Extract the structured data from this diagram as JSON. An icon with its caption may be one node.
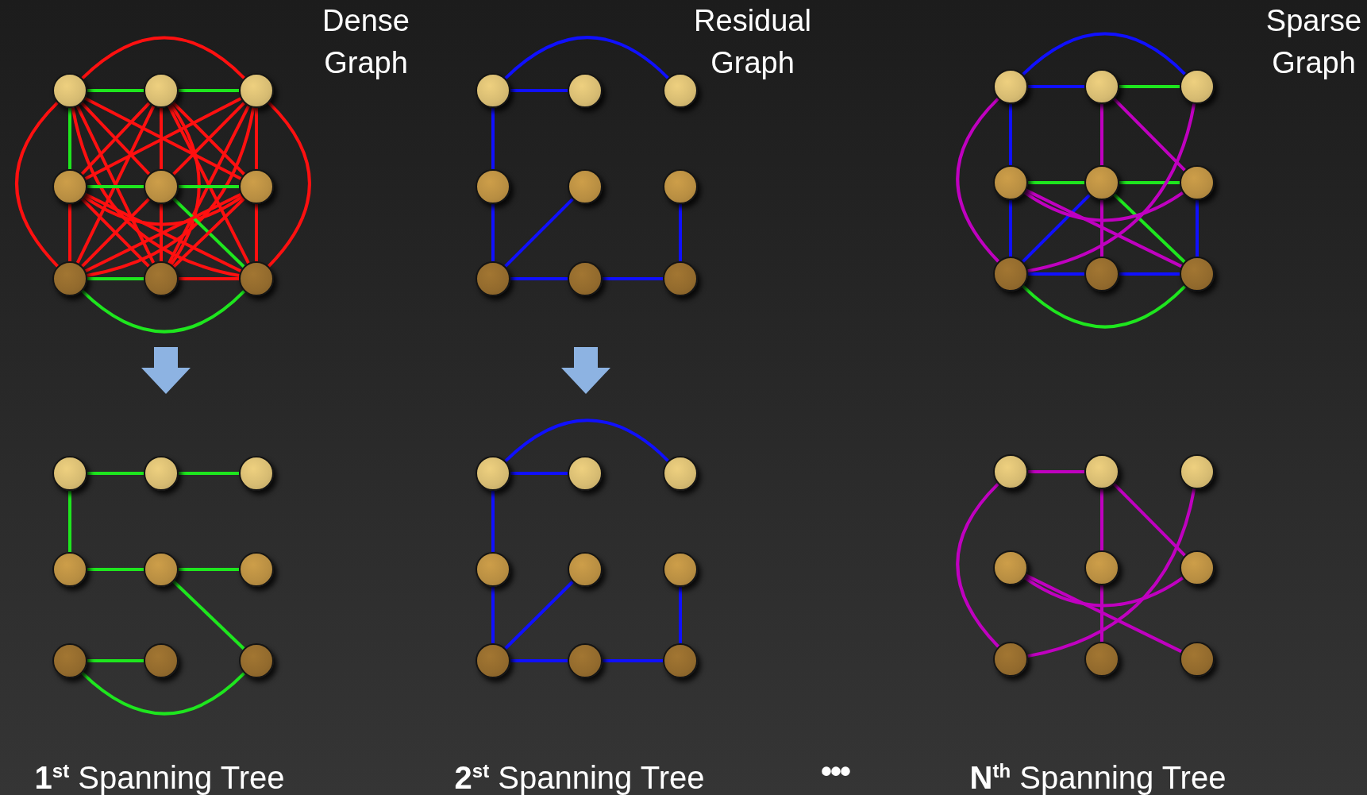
{
  "diagram": {
    "nodes": [
      {
        "text": [],
        "shape": "circle"
      },
      {
        "text": [],
        "shape": "circle"
      },
      {
        "text": [],
        "shape": "circle"
      },
      {
        "text": [],
        "shape": "circle"
      },
      {
        "text": [],
        "shape": "circle"
      },
      {
        "text": [],
        "shape": "circle"
      },
      {
        "text": [],
        "shape": "circle"
      },
      {
        "text": [],
        "shape": "circle"
      },
      {
        "text": [],
        "shape": "circle"
      },
      {
        "text": [],
        "shape": "circle"
      },
      {
        "text": [],
        "shape": "circle"
      },
      {
        "text": [],
        "shape": "circle"
      },
      {
        "text": [],
        "shape": "circle"
      },
      {
        "text": [],
        "shape": "circle"
      },
      {
        "text": [],
        "shape": "circle"
      },
      {
        "text": [],
        "shape": "circle"
      },
      {
        "text": [],
        "shape": "circle"
      },
      {
        "text": [],
        "shape": "circle"
      },
      {
        "text": [],
        "shape": "circle"
      },
      {
        "text": [],
        "shape": "circle"
      },
      {
        "text": [],
        "shape": "circle"
      },
      {
        "text": [],
        "shape": "circle"
      },
      {
        "text": [],
        "shape": "circle"
      },
      {
        "text": [],
        "shape": "circle"
      },
      {
        "text": [],
        "shape": "circle"
      },
      {
        "text": [],
        "shape": "circle"
      },
      {
        "text": [],
        "shape": "circle"
      },
      {
        "text": [],
        "shape": "circle"
      },
      {
        "text": [],
        "shape": "circle"
      },
      {
        "text": [],
        "shape": "circle"
      },
      {
        "text": [],
        "shape": "circle"
      },
      {
        "text": [],
        "shape": "circle"
      },
      {
        "text": [],
        "shape": "circle"
      },
      {
        "text": [],
        "shape": "circle"
      },
      {
        "text": [],
        "shape": "circle"
      },
      {
        "text": [],
        "shape": "circle"
      },
      {
        "text": [],
        "shape": "circle"
      },
      {
        "text": [],
        "shape": "circle"
      },
      {
        "text": [],
        "shape": "circle"
      },
      {
        "text": [],
        "shape": "circle"
      },
      {
        "text": [],
        "shape": "circle"
      },
      {
        "text": [],
        "shape": "circle"
      },
      {
        "text": [],
        "shape": "circle"
      },
      {
        "text": [],
        "shape": "circle"
      },
      {
        "text": [],
        "shape": "circle"
      },
      {
        "text": [],
        "shape": "circle"
      },
      {
        "text": [],
        "shape": "circle"
      },
      {
        "text": [],
        "shape": "circle"
      },
      {
        "text": [],
        "shape": "circle"
      },
      {
        "text": [],
        "shape": "circle"
      },
      {
        "text": [],
        "shape": "circle"
      },
      {
        "text": [],
        "shape": "circle"
      },
      {
        "text": [],
        "shape": "circle"
      },
      {
        "text": [],
        "shape": "circle"
      }
    ],
    "edges": [
      {
        "from": 0,
        "to": 1,
        "arrow": "none",
        "color": "#1ee61e"
      },
      {
        "from": 0,
        "to": 2,
        "arrow": "none"
      },
      {
        "from": 0,
        "to": 3,
        "arrow": "none",
        "color": "#1ee61e"
      },
      {
        "from": 0,
        "to": 4,
        "arrow": "none"
      },
      {
        "from": 0,
        "to": 5,
        "arrow": "none"
      },
      {
        "from": 0,
        "to": 6,
        "arrow": "none"
      },
      {
        "from": 0,
        "to": 7,
        "arrow": "none"
      },
      {
        "from": 0,
        "to": 8,
        "arrow": "none"
      },
      {
        "from": 1,
        "to": 2,
        "arrow": "none",
        "color": "#1ee61e"
      },
      {
        "from": 1,
        "to": 3,
        "arrow": "none"
      },
      {
        "from": 1,
        "to": 4,
        "arrow": "none"
      },
      {
        "from": 1,
        "to": 5,
        "arrow": "none"
      },
      {
        "from": 1,
        "to": 6,
        "arrow": "none"
      },
      {
        "from": 1,
        "to": 7,
        "arrow": "none"
      },
      {
        "from": 1,
        "to": 8,
        "arrow": "none"
      },
      {
        "from": 2,
        "to": 3,
        "arrow": "none"
      },
      {
        "from": 2,
        "to": 4,
        "arrow": "none"
      },
      {
        "from": 2,
        "to": 5,
        "arrow": "none"
      },
      {
        "from": 2,
        "to": 6,
        "arrow": "none"
      },
      {
        "from": 2,
        "to": 7,
        "arrow": "none"
      },
      {
        "from": 2,
        "to": 8,
        "arrow": "none"
      },
      {
        "from": 3,
        "to": 4,
        "arrow": "none",
        "color": "#1ee61e"
      },
      {
        "from": 3,
        "to": 5,
        "arrow": "none"
      },
      {
        "from": 3,
        "to": 6,
        "arrow": "none"
      },
      {
        "from": 3,
        "to": 7,
        "arrow": "none"
      },
      {
        "from": 3,
        "to": 8,
        "arrow": "none"
      },
      {
        "from": 4,
        "to": 5,
        "arrow": "none",
        "color": "#1ee61e"
      },
      {
        "from": 4,
        "to": 6,
        "arrow": "none"
      },
      {
        "from": 4,
        "to": 7,
        "arrow": "none"
      },
      {
        "from": 4,
        "to": 8,
        "arrow": "none",
        "color": "#1ee61e"
      },
      {
        "from": 5,
        "to": 6,
        "arrow": "none"
      },
      {
        "from": 5,
        "to": 7,
        "arrow": "none"
      },
      {
        "from": 5,
        "to": 8,
        "arrow": "none"
      },
      {
        "from": 6,
        "to": 7,
        "arrow": "none",
        "color": "#1ee61e"
      },
      {
        "from": 6,
        "to": 8,
        "arrow": "none",
        "color": "#1ee61e"
      },
      {
        "from": 7,
        "to": 8,
        "arrow": "none"
      },
      {
        "from": 9,
        "to": 10,
        "arrow": "none",
        "color": "#1010ff"
      },
      {
        "from": 9,
        "to": 11,
        "arrow": "none",
        "color": "#1010ff"
      },
      {
        "from": 9,
        "to": 12,
        "arrow": "none",
        "color": "#1010ff"
      },
      {
        "from": 12,
        "to": 15,
        "arrow": "none",
        "color": "#1010ff"
      },
      {
        "from": 15,
        "to": 13,
        "arrow": "none",
        "color": "#1010ff"
      },
      {
        "from": 15,
        "to": 16,
        "arrow": "none",
        "color": "#1010ff"
      },
      {
        "from": 16,
        "to": 17,
        "arrow": "none",
        "color": "#1010ff"
      },
      {
        "from": 17,
        "to": 14,
        "arrow": "none",
        "color": "#1010ff"
      },
      {
        "from": 18,
        "to": 20,
        "arrow": "none",
        "color": "#1010ff"
      },
      {
        "from": 18,
        "to": 19,
        "arrow": "none",
        "color": "#1010ff"
      },
      {
        "from": 18,
        "to": 21,
        "arrow": "none",
        "color": "#1010ff"
      },
      {
        "from": 21,
        "to": 24,
        "arrow": "none",
        "color": "#1010ff"
      },
      {
        "from": 24,
        "to": 22,
        "arrow": "none",
        "color": "#1010ff"
      },
      {
        "from": 24,
        "to": 25,
        "arrow": "none",
        "color": "#1010ff"
      },
      {
        "from": 25,
        "to": 26,
        "arrow": "none",
        "color": "#1010ff"
      },
      {
        "from": 26,
        "to": 23,
        "arrow": "none",
        "color": "#1010ff"
      },
      {
        "from": 19,
        "to": 20,
        "arrow": "none",
        "color": "#1ee61e"
      },
      {
        "from": 21,
        "to": 22,
        "arrow": "none",
        "color": "#1ee61e"
      },
      {
        "from": 22,
        "to": 23,
        "arrow": "none",
        "color": "#1ee61e"
      },
      {
        "from": 22,
        "to": 26,
        "arrow": "none",
        "color": "#1ee61e"
      },
      {
        "from": 24,
        "to": 26,
        "arrow": "none",
        "color": "#1ee61e"
      },
      {
        "from": 19,
        "to": 22,
        "arrow": "none",
        "color": "#c000c0"
      },
      {
        "from": 22,
        "to": 25,
        "arrow": "none",
        "color": "#c000c0"
      },
      {
        "from": 19,
        "to": 23,
        "arrow": "none",
        "color": "#c000c0"
      },
      {
        "from": 20,
        "to": 24,
        "arrow": "none",
        "color": "#c000c0"
      },
      {
        "from": 18,
        "to": 24,
        "arrow": "none",
        "color": "#c000c0"
      },
      {
        "from": 21,
        "to": 23,
        "arrow": "none",
        "color": "#c000c0"
      },
      {
        "from": 21,
        "to": 26,
        "arrow": "none",
        "color": "#c000c0"
      },
      {
        "from": 27,
        "to": 28,
        "arrow": "none",
        "color": "#1ee61e"
      },
      {
        "from": 28,
        "to": 29,
        "arrow": "none",
        "color": "#1ee61e"
      },
      {
        "from": 27,
        "to": 30,
        "arrow": "none",
        "color": "#1ee61e"
      },
      {
        "from": 30,
        "to": 31,
        "arrow": "none",
        "color": "#1ee61e"
      },
      {
        "from": 31,
        "to": 32,
        "arrow": "none",
        "color": "#1ee61e"
      },
      {
        "from": 31,
        "to": 35,
        "arrow": "none",
        "color": "#1ee61e"
      },
      {
        "from": 33,
        "to": 34,
        "arrow": "none",
        "color": "#1ee61e"
      },
      {
        "from": 33,
        "to": 35,
        "arrow": "none",
        "color": "#1ee61e"
      },
      {
        "from": 36,
        "to": 37,
        "arrow": "none",
        "color": "#1010ff"
      },
      {
        "from": 36,
        "to": 38,
        "arrow": "none",
        "color": "#1010ff"
      },
      {
        "from": 36,
        "to": 39,
        "arrow": "none",
        "color": "#1010ff"
      },
      {
        "from": 39,
        "to": 42,
        "arrow": "none",
        "color": "#1010ff"
      },
      {
        "from": 42,
        "to": 40,
        "arrow": "none",
        "color": "#1010ff"
      },
      {
        "from": 42,
        "to": 43,
        "arrow": "none",
        "color": "#1010ff"
      },
      {
        "from": 43,
        "to": 44,
        "arrow": "none",
        "color": "#1010ff"
      },
      {
        "from": 44,
        "to": 41,
        "arrow": "none",
        "color": "#1010ff"
      },
      {
        "from": 45,
        "to": 46,
        "arrow": "none",
        "color": "#c000c0"
      },
      {
        "from": 46,
        "to": 49,
        "arrow": "none",
        "color": "#c000c0"
      },
      {
        "from": 49,
        "to": 52,
        "arrow": "none",
        "color": "#c000c0"
      },
      {
        "from": 46,
        "to": 50,
        "arrow": "none",
        "color": "#c000c0"
      },
      {
        "from": 47,
        "to": 51,
        "arrow": "none",
        "color": "#c000c0"
      },
      {
        "from": 45,
        "to": 51,
        "arrow": "none",
        "color": "#c000c0"
      },
      {
        "from": 48,
        "to": 50,
        "arrow": "none",
        "color": "#c000c0"
      },
      {
        "from": 48,
        "to": 53,
        "arrow": "none",
        "color": "#c000c0"
      }
    ],
    "labels": [
      "Dense Graph",
      "Residual Graph",
      "Sparse Graph",
      "**1**$^{st}$ Spanning Tree",
      "**2**$^{st}$ Spanning Tree",
      "•••",
      "**N**$^{th}$ Spanning Tree"
    ]
  }
}
